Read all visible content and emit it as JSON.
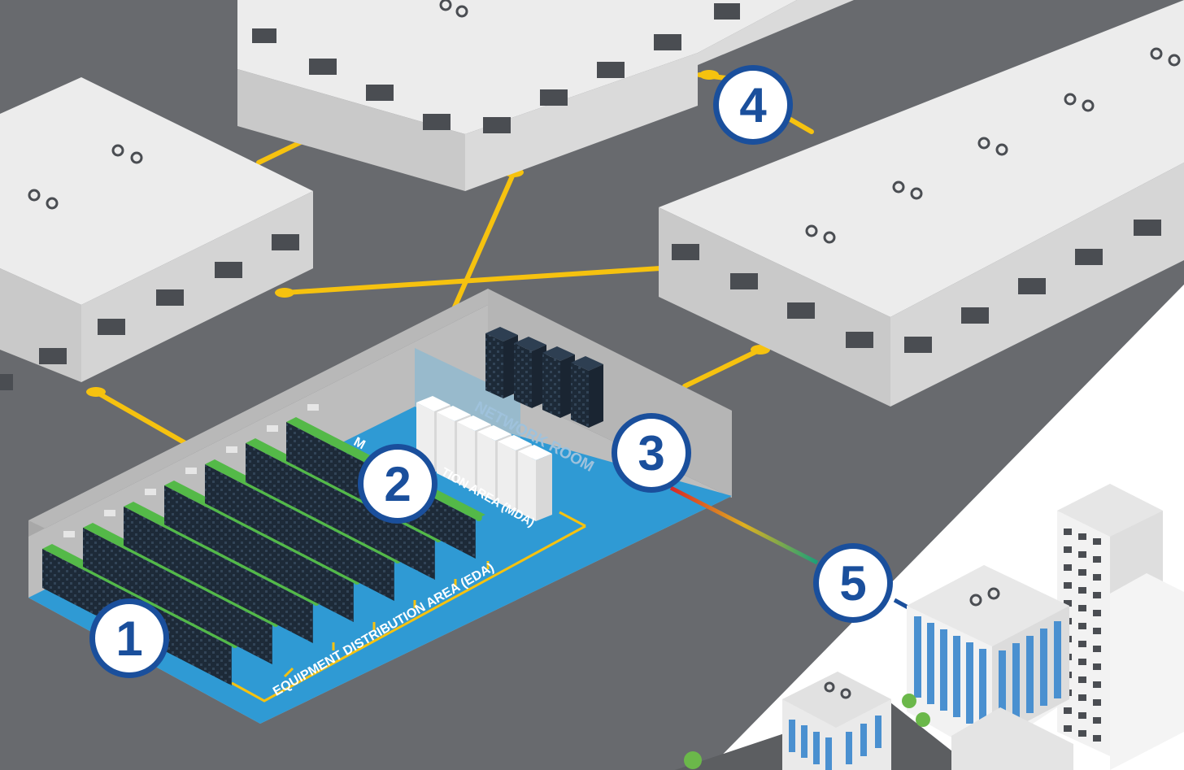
{
  "labels": {
    "network_room": "NETWORK ROOM",
    "mda": "M",
    "mda_rest": "TION AREA (MDA)",
    "eda": "EQUIPMENT DISTRIBUTION AREA (EDA)"
  },
  "badges": [
    "1",
    "2",
    "3",
    "4",
    "5"
  ],
  "colors": {
    "ground": "#686a6e",
    "building_top": "#ececec",
    "building_side": "#c9c9c9",
    "cable": "#f6c20f",
    "floor": "#2f9ad4",
    "badge": "#1a4f9c"
  }
}
